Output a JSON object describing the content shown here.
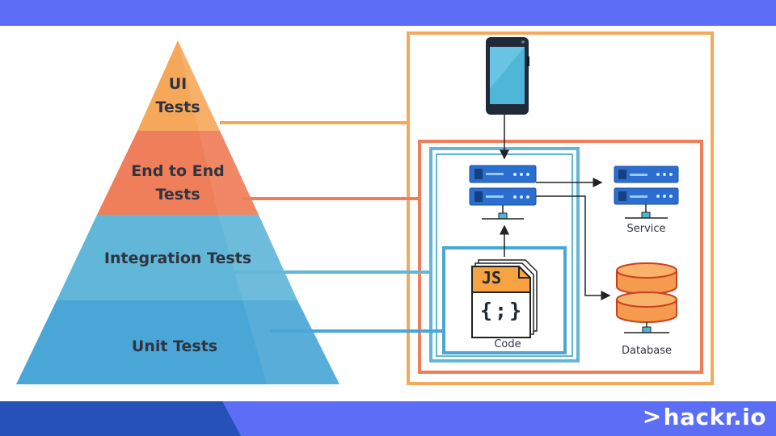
{
  "pyramid": {
    "layers": [
      {
        "line1": "UI",
        "line2": "Tests"
      },
      {
        "line1": "End to End",
        "line2": "Tests"
      },
      {
        "line1": "Integration Tests",
        "line2": ""
      },
      {
        "line1": "Unit Tests",
        "line2": ""
      }
    ],
    "colors": {
      "ui": "#f6a85a",
      "e2e": "#ef7e5a",
      "integration": "#62b7d8",
      "unit": "#4aa6d6"
    }
  },
  "components": {
    "js_badge": "JS",
    "code_symbol": "{;}",
    "code_label": "Code",
    "service_label": "Service",
    "database_label": "Database"
  },
  "branding": {
    "logo_caret": ">",
    "logo_text": "hackr.io",
    "bar_color": "#5b6ef5",
    "dark_color": "#2551b8"
  }
}
